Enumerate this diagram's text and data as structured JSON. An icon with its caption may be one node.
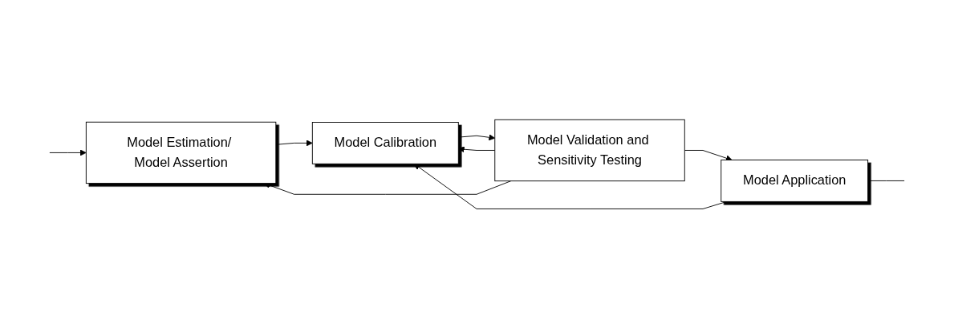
{
  "diagram": {
    "nodes": [
      {
        "text": [
          "Model Estimation/ Model Assertion"
        ]
      },
      {
        "text": [
          "Model Calibration"
        ]
      },
      {
        "text": [
          "Model Validation and Sensitivity Testing"
        ]
      },
      {
        "text": [
          "Model Application"
        ]
      }
    ],
    "edges": [
      {
        "from": 0,
        "to": 1,
        "arrow": "to"
      },
      {
        "from": 1,
        "to": 2,
        "arrow": "to"
      },
      {
        "from": 2,
        "to": 3,
        "arrow": "to"
      },
      {
        "from": 2,
        "to": 1,
        "arrow": "to"
      },
      {
        "from": 2,
        "to": 0,
        "arrow": "to"
      },
      {
        "from": 3,
        "to": 1,
        "arrow": "to"
      },
      {
        "from": null,
        "to": 0,
        "arrow": "to"
      },
      {
        "from": 3,
        "to": null,
        "arrow": "none"
      }
    ]
  }
}
